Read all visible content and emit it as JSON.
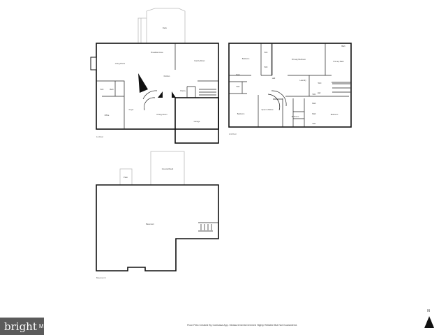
{
  "floors": [
    {
      "name": "1st Floor",
      "rooms": [
        "Deck",
        "Breakfast Area",
        "Living Room",
        "Family Room",
        "Kitchen",
        "WIC",
        "Bath",
        "Pantry",
        "Office",
        "Foyer",
        "Dining Room",
        "Garage"
      ]
    },
    {
      "name": "2nd Floor",
      "rooms": [
        "Bedroom",
        "WIC",
        "Primary Bedroom",
        "Primary Bath",
        "Bath",
        "WIC",
        "Bath",
        "WIC",
        "Hall",
        "Laundry",
        "WIC",
        "Hall",
        "Open to Below",
        "Bedroom",
        "Bath",
        "Bedroom",
        "Bath",
        "Bedroom",
        "WIC",
        "WIC"
      ]
    },
    {
      "name": "Basement 1",
      "rooms": [
        "Patio",
        "Covered Deck",
        "Basement"
      ]
    }
  ],
  "footer": {
    "logo_text": "bright",
    "logo_suffix": "MLS",
    "credit": "Floor Plan Created By Cubicasa App. Measurements Deemed Highly Reliable But Not Guaranteed.",
    "north_label": "N"
  },
  "colors": {
    "walls": "#111111",
    "exterior": "#bbbbbb",
    "logo_bg": "#5b5b5b"
  }
}
